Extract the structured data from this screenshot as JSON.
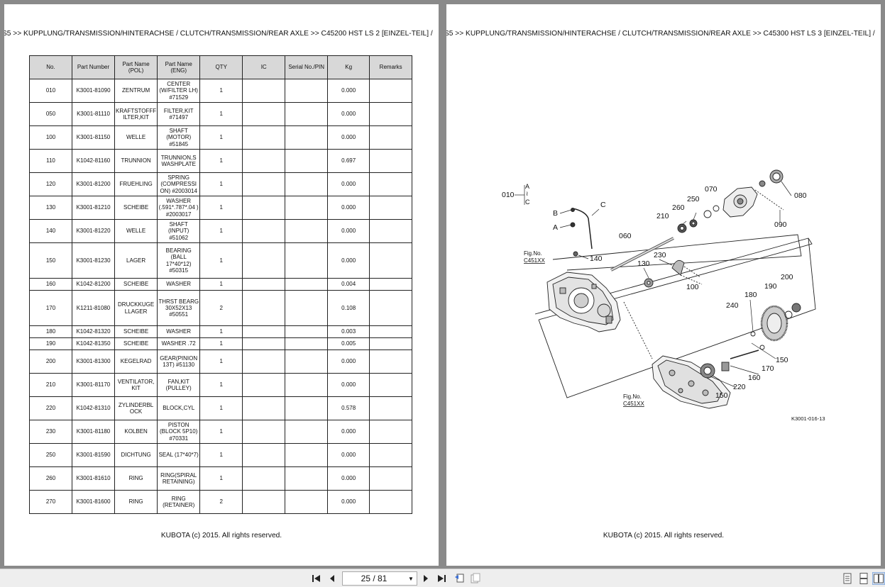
{
  "left_page": {
    "breadcrumb": "S5 >> KUPPLUNG/TRANSMISSION/HINTERACHSE / CLUTCH/TRANSMISSION/REAR AXLE >> C45200   HST LS 2 [EINZEL-TEIL] / ",
    "footer": "KUBOTA (c) 2015. All rights reserved.",
    "table": {
      "headers": [
        "No.",
        "Part Number",
        "Part Name (POL)",
        "Part Name (ENG)",
        "QTY",
        "IC",
        "Serial No./PIN",
        "Kg",
        "Remarks"
      ],
      "rows": [
        [
          "010",
          "K3001-81090",
          "ZENTRUM",
          "CENTER (W/FILTER LH) #71529",
          "1",
          "",
          "",
          "0.000",
          ""
        ],
        [
          "050",
          "K3001-81110",
          "KRAFTSTOFFF ILTER,KIT",
          "FILTER,KIT #71497",
          "1",
          "",
          "",
          "0.000",
          ""
        ],
        [
          "100",
          "K3001-81150",
          "WELLE",
          "SHAFT (MOTOR) #51845",
          "1",
          "",
          "",
          "0.000",
          ""
        ],
        [
          "110",
          "K1042-81160",
          "TRUNNION",
          "TRUNNION,S WASHPLATE",
          "1",
          "",
          "",
          "0.697",
          ""
        ],
        [
          "120",
          "K3001-81200",
          "FRUEHLING",
          "SPRING (COMPRESSI ON) #2003014",
          "1",
          "",
          "",
          "0.000",
          ""
        ],
        [
          "130",
          "K3001-81210",
          "SCHEIBE",
          "WASHER (.591*.787*.04 ) #2003017",
          "1",
          "",
          "",
          "0.000",
          ""
        ],
        [
          "140",
          "K3001-81220",
          "WELLE",
          "SHAFT (INPUT) #51062",
          "1",
          "",
          "",
          "0.000",
          ""
        ],
        [
          "150",
          "K3001-81230",
          "LAGER",
          "BEARING (BALL 17*40*12) #50315",
          "1",
          "",
          "",
          "0.000",
          ""
        ],
        [
          "160",
          "K1042-81200",
          "SCHEIBE",
          "WASHER",
          "1",
          "",
          "",
          "0.004",
          ""
        ],
        [
          "170",
          "K1211-81080",
          "DRUCKKUGE LLAGER",
          "THRST BEARG 30X52X13 #50551",
          "2",
          "",
          "",
          "0.108",
          ""
        ],
        [
          "180",
          "K1042-81320",
          "SCHEIBE",
          "WASHER",
          "1",
          "",
          "",
          "0.003",
          ""
        ],
        [
          "190",
          "K1042-81350",
          "SCHEIBE",
          "WASHER .72",
          "1",
          "",
          "",
          "0.005",
          ""
        ],
        [
          "200",
          "K3001-81300",
          "KEGELRAD",
          "GEAR(PINION 13T) #51130",
          "1",
          "",
          "",
          "0.000",
          ""
        ],
        [
          "210",
          "K3001-81170",
          "VENTILATOR, KIT",
          "FAN,KIT (PULLEY)",
          "1",
          "",
          "",
          "0.000",
          ""
        ],
        [
          "220",
          "K1042-81310",
          "ZYLINDERBL OCK",
          "BLOCK,CYL",
          "1",
          "",
          "",
          "0.578",
          ""
        ],
        [
          "230",
          "K3001-81180",
          "KOLBEN",
          "PISTON (BLOCK 5P10) #70331",
          "1",
          "",
          "",
          "0.000",
          ""
        ],
        [
          "250",
          "K3001-81590",
          "DICHTUNG",
          "SEAL (17*40*7)",
          "1",
          "",
          "",
          "0.000",
          ""
        ],
        [
          "260",
          "K3001-81610",
          "RING",
          "RING(SPIRAL RETAINING)",
          "1",
          "",
          "",
          "0.000",
          ""
        ],
        [
          "270",
          "K3001-81600",
          "RING",
          "RING (RETAINER)",
          "2",
          "",
          "",
          "0.000",
          ""
        ]
      ]
    }
  },
  "right_page": {
    "breadcrumb": "S5 >> KUPPLUNG/TRANSMISSION/HINTERACHSE / CLUTCH/TRANSMISSION/REAR AXLE >> C45300   HST LS 3 [EINZEL-TEIL] / ",
    "footer": "KUBOTA (c) 2015. All rights reserved.",
    "diagram": {
      "labels": [
        "010",
        "A",
        "C",
        "B",
        "A",
        "C",
        "060",
        "140",
        "070",
        "080",
        "090",
        "250",
        "260",
        "210",
        "230",
        "130",
        "100",
        "200",
        "190",
        "180",
        "240",
        "150",
        "170",
        "160",
        "220",
        "150"
      ],
      "fig_labels": [
        "Fig.No.",
        "C451XX",
        "Fig.No.",
        "C451XX"
      ],
      "code": "K3001-016-13"
    }
  },
  "toolbar": {
    "page_indicator": "25 / 81"
  },
  "colors": {
    "background": "#8a8a8a",
    "page": "#ffffff",
    "table_header": "#d8d8d8",
    "toolbar": "#eeeeee"
  }
}
